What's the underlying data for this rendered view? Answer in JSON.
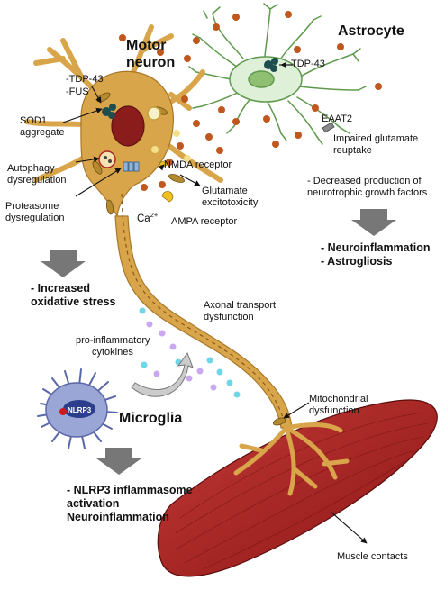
{
  "cells": {
    "motor_neuron": [
      "Motor",
      "neuron"
    ],
    "astrocyte": "Astrocyte",
    "microglia": "Microglia"
  },
  "proteins": {
    "tdp43_neuron": "-TDP-43",
    "fus": "-FUS",
    "tdp43_astrocyte": "TDP-43",
    "nlrp3": "NLRP3"
  },
  "neuron_labels": {
    "sod1": [
      "SOD1",
      "aggregate"
    ],
    "autophagy": [
      "Autophagy",
      "dysregulation"
    ],
    "proteasome": [
      "Proteasome",
      "dysregulation"
    ],
    "nmda": "NMDA receptor",
    "glutamate": [
      "Glutamate",
      "excitotoxicity"
    ],
    "calcium_base": "Ca",
    "calcium_sup": "2+",
    "ampa": "AMPA receptor",
    "axonal": [
      "Axonal transport",
      "dysfunction"
    ],
    "mito": [
      "Mitochondrial",
      "dysfunction"
    ],
    "muscle": "Muscle contacts"
  },
  "astrocyte_labels": {
    "eaat2": "EAAT2",
    "reuptake": [
      "Impaired glutamate",
      "reuptake"
    ],
    "neurotrophic": [
      "- Decreased production of",
      "neurotrophic growth factors"
    ]
  },
  "outcomes": {
    "stress": [
      "- Increased",
      "oxidative stress"
    ],
    "astro": [
      "- Neuroinflammation",
      "- Astrogliosis"
    ],
    "microglia": [
      "- NLRP3 inflammasome",
      "activation",
      "Neuroinflammation"
    ]
  },
  "microglia_labels": {
    "cytokines": [
      "pro-inflammatory",
      "cytokines"
    ]
  },
  "colors": {
    "neuron": "#d9a54a",
    "neuron_outline": "#a8782a",
    "nucleus": "#8b1c1c",
    "astrocyte": "#dff0d8",
    "astrocyte_outline": "#5f9a4c",
    "microglia": "#9aa7d6",
    "muscle": "#a51f20",
    "glutamate_dot": "#c0571e",
    "cytokine_cyan": "#6fd6e8",
    "cytokine_violet": "#c9a8f0",
    "arrow_gray": "#777777"
  }
}
